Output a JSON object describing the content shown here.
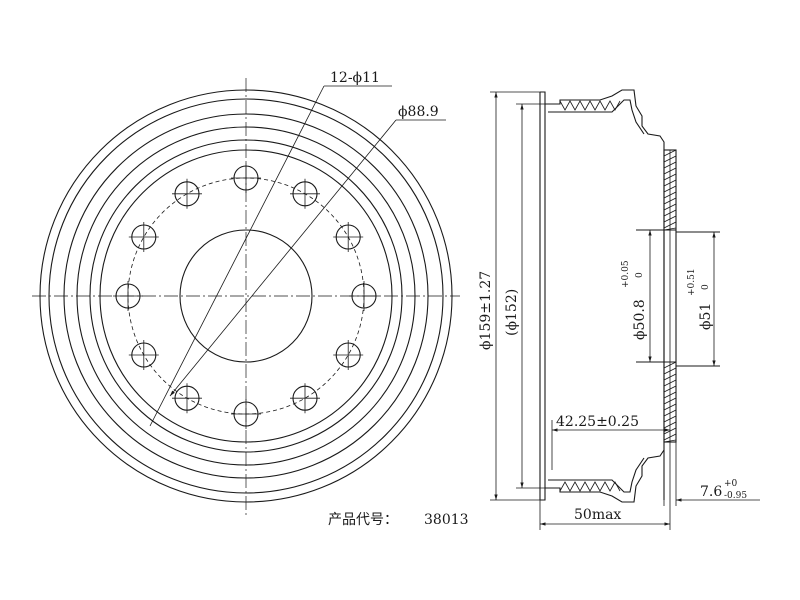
{
  "front_view": {
    "bolt_holes_label": "12-ϕ11",
    "bolt_circle_label": "ϕ88.9",
    "bolt_hole_count": 12
  },
  "side_view": {
    "outer_diameter_label": "ϕ159±1.27",
    "inner_diameter_label": "(ϕ152)",
    "pilot_diameter_label": "ϕ50.8",
    "pilot_tol_upper": "+0.05",
    "pilot_tol_lower": "0",
    "bore_diameter_label": "ϕ51",
    "bore_tol_upper": "+0.51",
    "bore_tol_lower": "0",
    "offset_label": "42.25±0.25",
    "width_label": "50max",
    "flange_label": "7.6",
    "flange_tol_upper": "+0",
    "flange_tol_lower": "-0.95"
  },
  "caption": {
    "product_code_label": "产品代号：",
    "product_code": "38013"
  }
}
